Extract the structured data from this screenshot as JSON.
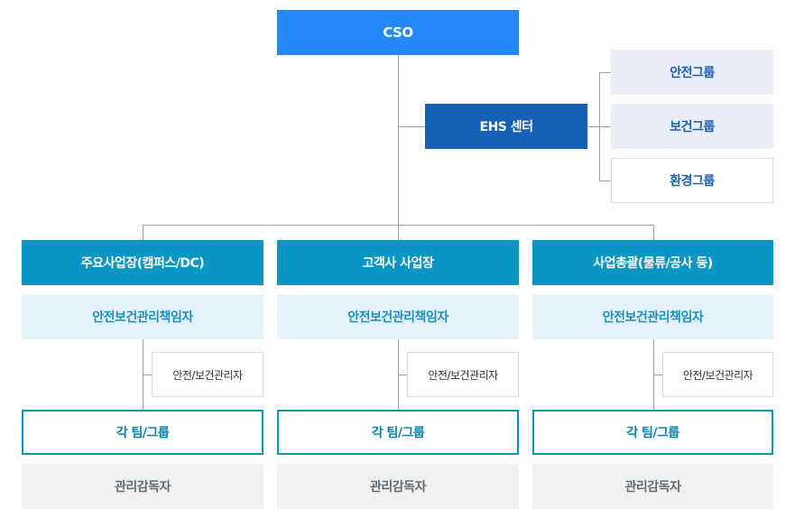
{
  "cso": {
    "label": "CSO"
  },
  "ehs_center": {
    "label": "EHS 센터"
  },
  "ehs_groups": [
    {
      "label": "안전그룹"
    },
    {
      "label": "보건그룹"
    },
    {
      "label": "환경그룹"
    }
  ],
  "sites": [
    {
      "title": "주요사업장(캠퍼스/DC)",
      "manager": "안전보건관리책임자",
      "sub_manager": "안전/보건관리자",
      "team": "각 팀/그룹",
      "supervisor": "관리감독자"
    },
    {
      "title": "고객사 사업장",
      "manager": "안전보건관리책임자",
      "sub_manager": "안전/보건관리자",
      "team": "각 팀/그룹",
      "supervisor": "관리감독자"
    },
    {
      "title": "사업총괄(물류/공사 등)",
      "manager": "안전보건관리책임자",
      "sub_manager": "안전/보건관리자",
      "team": "각 팀/그룹",
      "supervisor": "관리감독자"
    }
  ],
  "colors": {
    "cso": "#2389fb",
    "ehs_center": "#1660b7",
    "site_header": "#0a96c4",
    "manager_bg": "#e4f3fa",
    "group_text": "#1c5fb5",
    "connector": "#9aa3ad"
  }
}
